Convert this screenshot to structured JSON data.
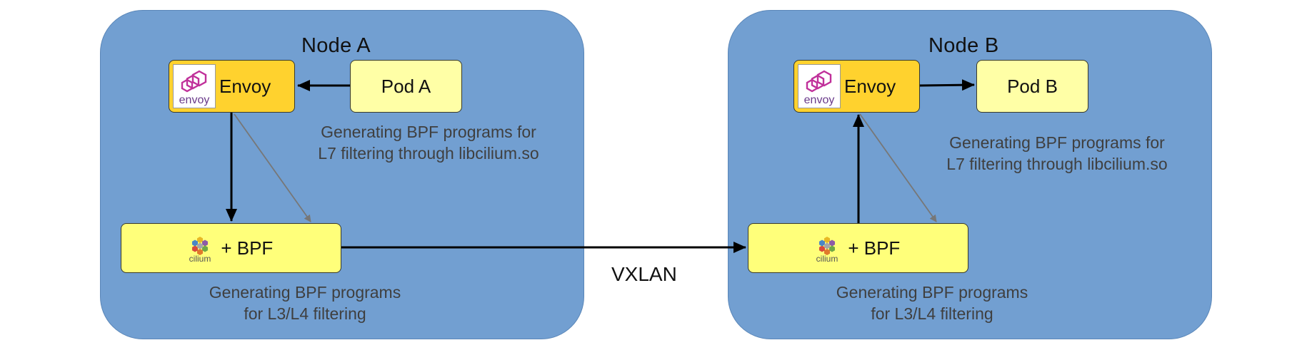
{
  "nodes": [
    {
      "title": "Node A",
      "pod_label": "Pod A",
      "envoy_label": "Envoy",
      "envoy_logo_text": "envoy",
      "bpf_label": "+ BPF",
      "cilium_logo_text": "cilium",
      "l7_note": [
        "Generating BPF programs for",
        "L7 filtering through libcilium.so"
      ],
      "l34_note": [
        "Generating BPF programs",
        "for L3/L4 filtering"
      ]
    },
    {
      "title": "Node B",
      "pod_label": "Pod B",
      "envoy_label": "Envoy",
      "envoy_logo_text": "envoy",
      "bpf_label": "+ BPF",
      "cilium_logo_text": "cilium",
      "l7_note": [
        "Generating BPF programs for",
        "L7 filtering through libcilium.so"
      ],
      "l34_note": [
        "Generating BPF programs",
        "for L3/L4 filtering"
      ]
    }
  ],
  "link_label": "VXLAN",
  "colors": {
    "node_bg": "#729fd1",
    "pod_bg": "#ffffa6",
    "envoy_bg": "#ffd22e",
    "bpf_bg": "#ffff7a",
    "envoy_logo": "#c0309a"
  },
  "icons": {
    "envoy": "envoy-logo-icon",
    "cilium": "cilium-logo-icon"
  }
}
